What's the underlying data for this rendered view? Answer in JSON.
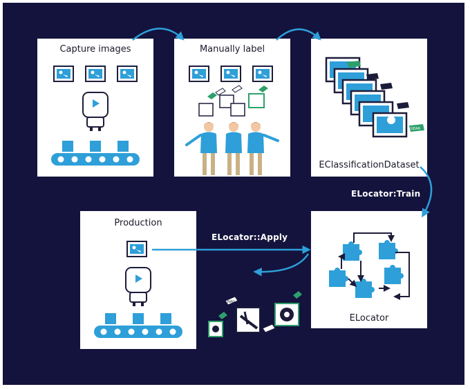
{
  "cards": {
    "capture": {
      "title": "Capture images"
    },
    "label": {
      "title": "Manually label"
    },
    "dataset": {
      "title": "EClassificationDataset"
    },
    "production": {
      "title": "Production"
    },
    "locator": {
      "title": "ELocator"
    }
  },
  "arrows": {
    "train": "ELocator:Train",
    "apply": "ELocator::Apply"
  },
  "tags": {
    "gear": "GEAR",
    "nail": "NAIL"
  },
  "colors": {
    "background": "#13133d",
    "accent": "#2e9fd8",
    "tag_green": "#2ea06b",
    "dark": "#1c1c3a"
  }
}
